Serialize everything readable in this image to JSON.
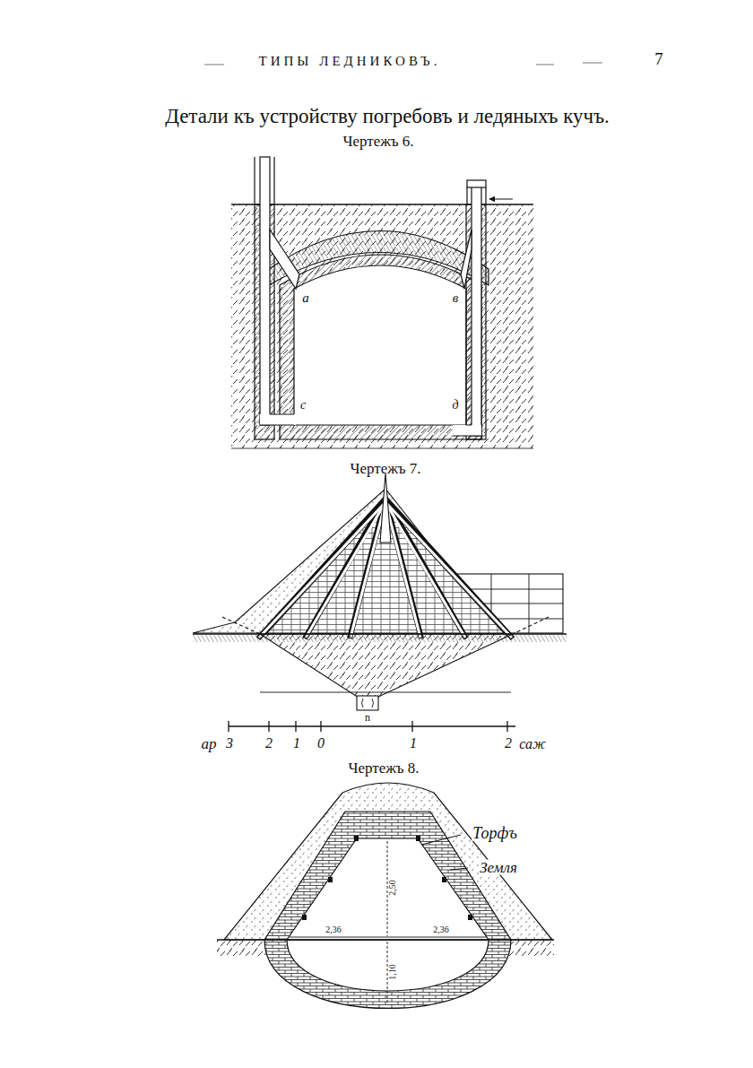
{
  "diagram": {
    "title": "Детали къ устройству погребовъ и ледяныхъ кучъ.",
    "labels": [
      "ТИПЫ ЛЕДНИКОВЪ.",
      "7",
      "Чертежъ 6.",
      "a",
      "в",
      "c",
      "д",
      "Чертежъ 7.",
      "n",
      "ар",
      "3",
      "2",
      "1",
      "0",
      "1",
      "2",
      "саж",
      "Чертежъ 8.",
      "Торфъ",
      "Земля",
      "2,50",
      "2,36",
      "2,36",
      "1,10"
    ]
  }
}
